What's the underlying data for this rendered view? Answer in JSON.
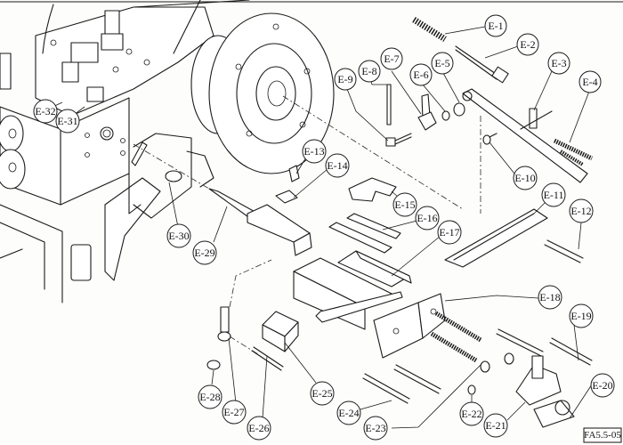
{
  "diagram": {
    "type": "exploded-parts-view",
    "figure_id": "FA5.5-05",
    "callouts": [
      {
        "id": "E-1",
        "label": "E-1"
      },
      {
        "id": "E-2",
        "label": "E-2"
      },
      {
        "id": "E-3",
        "label": "E-3"
      },
      {
        "id": "E-4",
        "label": "E-4"
      },
      {
        "id": "E-5",
        "label": "E-5"
      },
      {
        "id": "E-6",
        "label": "E-6"
      },
      {
        "id": "E-7",
        "label": "E-7"
      },
      {
        "id": "E-8",
        "label": "E-8"
      },
      {
        "id": "E-9",
        "label": "E-9"
      },
      {
        "id": "E-10",
        "label": "E-10"
      },
      {
        "id": "E-11",
        "label": "E-11"
      },
      {
        "id": "E-12",
        "label": "E-12"
      },
      {
        "id": "E-13",
        "label": "E-13"
      },
      {
        "id": "E-14",
        "label": "E-14"
      },
      {
        "id": "E-15",
        "label": "E-15"
      },
      {
        "id": "E-16",
        "label": "E-16"
      },
      {
        "id": "E-17",
        "label": "E-17"
      },
      {
        "id": "E-18",
        "label": "E-18"
      },
      {
        "id": "E-19",
        "label": "E-19"
      },
      {
        "id": "E-20",
        "label": "E-20"
      },
      {
        "id": "E-21",
        "label": "E-21"
      },
      {
        "id": "E-22",
        "label": "E-22"
      },
      {
        "id": "E-23",
        "label": "E-23"
      },
      {
        "id": "E-24",
        "label": "E-24"
      },
      {
        "id": "E-25",
        "label": "E-25"
      },
      {
        "id": "E-26",
        "label": "E-26"
      },
      {
        "id": "E-27",
        "label": "E-27"
      },
      {
        "id": "E-28",
        "label": "E-28"
      },
      {
        "id": "E-29",
        "label": "E-29"
      },
      {
        "id": "E-30",
        "label": "E-30"
      },
      {
        "id": "E-31",
        "label": "E-31"
      },
      {
        "id": "E-32",
        "label": "E-32"
      }
    ]
  }
}
